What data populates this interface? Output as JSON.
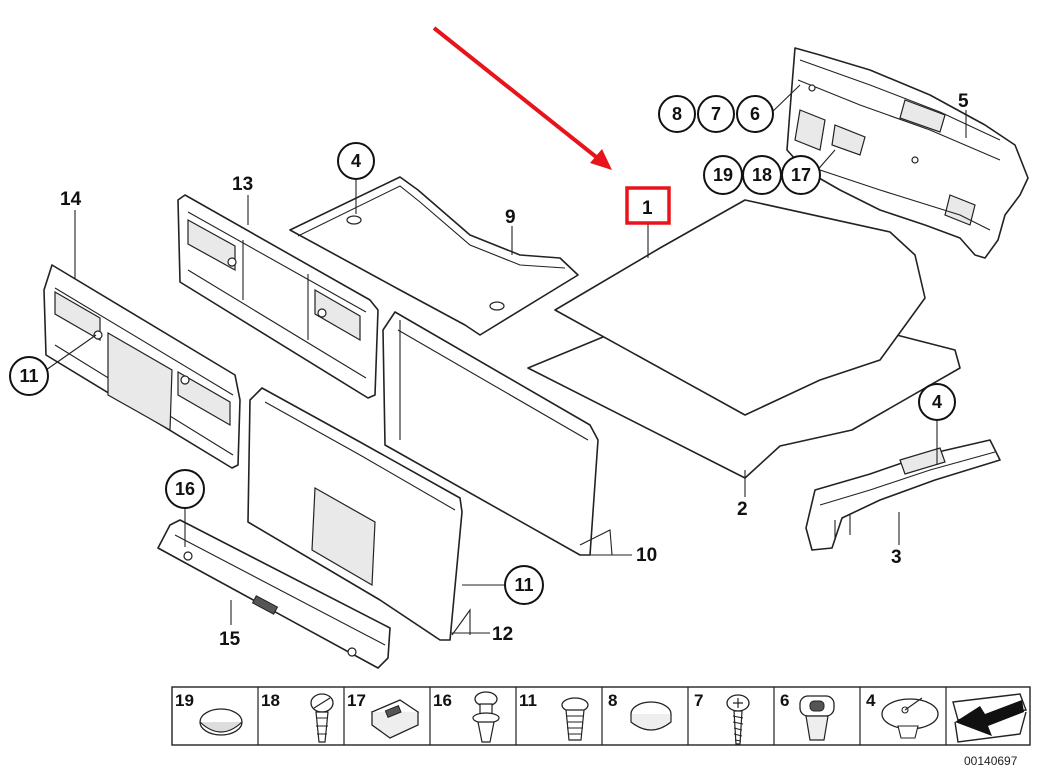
{
  "diagram": {
    "catalog_number": "00140697",
    "highlight_color": "#e8141c",
    "callouts": {
      "p1": "1",
      "p2": "2",
      "p3": "3",
      "p4_shelf": "4",
      "p4_panel": "4",
      "p5": "5",
      "p6": "6",
      "p7": "7",
      "p8": "8",
      "p9": "9",
      "p10": "10",
      "p11_left": "11",
      "p11_center": "11",
      "p12": "12",
      "p13": "13",
      "p14": "14",
      "p15": "15",
      "p16": "16",
      "p17": "17",
      "p18": "18",
      "p19": "19"
    },
    "fasteners": [
      {
        "label": "19",
        "icon": "plug-cap-icon"
      },
      {
        "label": "18",
        "icon": "expansion-rivet-icon"
      },
      {
        "label": "17",
        "icon": "clip-nut-icon"
      },
      {
        "label": "16",
        "icon": "push-rivet-icon"
      },
      {
        "label": "11",
        "icon": "expanding-clip-icon"
      },
      {
        "label": "8",
        "icon": "round-cap-icon"
      },
      {
        "label": "7",
        "icon": "screw-icon"
      },
      {
        "label": "6",
        "icon": "grommet-icon"
      },
      {
        "label": "4",
        "icon": "button-clip-icon"
      },
      {
        "label": "",
        "icon": "arrow-ramp-icon"
      }
    ]
  }
}
